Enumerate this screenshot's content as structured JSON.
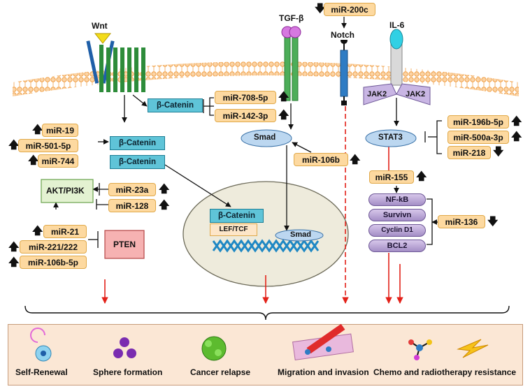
{
  "receptors": {
    "wnt": "Wnt",
    "tgfb": "TGF-β",
    "notch": "Notch",
    "il6": "IL-6",
    "jak2_left": "JAK2",
    "jak2_right": "JAK2"
  },
  "nodes": {
    "bcat_membrane": "β-Catenin",
    "bcat_1": "β-Catenin",
    "bcat_2": "β-Catenin",
    "bcat_nucleus": "β-Catenin",
    "lef_tcf": "LEF/TCF",
    "smad_cyto": "Smad",
    "smad_nucleus": "Smad",
    "stat3": "STAT3",
    "akt": "AKT/PI3K",
    "pten": "PTEN",
    "nfkb": "NF-kB",
    "survivin": "Survivn",
    "cyclin": "Cyclin D1",
    "bcl2": "BCL2"
  },
  "mirnas": {
    "mir200c": "miR-200c",
    "mir708": "miR-708-5p",
    "mir142": "miR-142-3p",
    "mir19": "miR-19",
    "mir501": "miR-501-5p",
    "mir744": "miR-744",
    "mir106b": "miR-106b",
    "mir196b": "miR-196b-5p",
    "mir500a": "miR-500a-3p",
    "mir218": "miR-218",
    "mir155": "miR-155",
    "mir23a": "miR-23a",
    "mir128": "miR-128",
    "mir21": "miR-21",
    "mir221": "miR-221/222",
    "mir106b5p": "miR-106b-5p",
    "mir136": "miR-136"
  },
  "arrows": {
    "up": "🡅",
    "down": "🡇"
  },
  "outcomes": {
    "self_renewal": "Self-Renewal",
    "sphere": "Sphere formation",
    "relapse": "Cancer relapse",
    "migration": "Migration and invasion",
    "chemo": "Chemo and  radiotherapy resistance"
  },
  "colors": {
    "membrane": "#f6a545",
    "mirna_fill": "#fdd9a0",
    "catenin_fill": "#5fc4d8",
    "effect_arrow": "#e32119",
    "nucleus_fill": "#eeebdc",
    "panel_fill": "#fbe7d5"
  }
}
